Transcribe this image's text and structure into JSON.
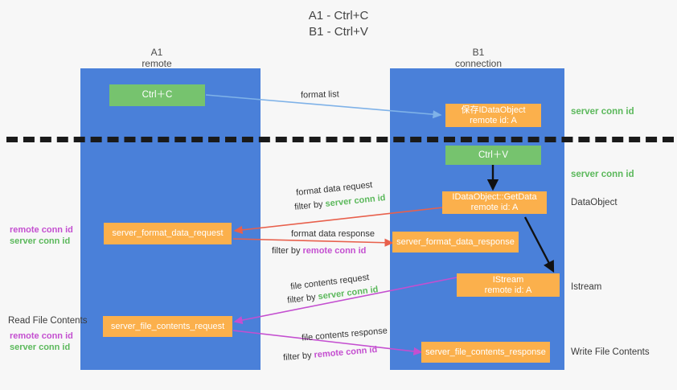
{
  "title": {
    "line1": "A1 - Ctrl+C",
    "line2": "B1 - Ctrl+V"
  },
  "columns": [
    {
      "name": "A1",
      "sub": "remote"
    },
    {
      "name": "B1",
      "sub": "connection"
    }
  ],
  "colors": {
    "lane": "#4a80d9",
    "box_orange": "#fbb04c",
    "box_green": "#76c36e",
    "server_conn": "#5bb85b",
    "remote_conn": "#c44fd0",
    "arrow_blue": "#7fb2e8",
    "arrow_red": "#e8604c",
    "arrow_magenta": "#c44fd0",
    "arrow_black": "#000000",
    "background": "#f7f7f7"
  },
  "boxes": {
    "ctrl_c": "Ctrl＋C",
    "ctrl_v": "Ctrl＋V",
    "save_idataobject_l1": "保存IDataObject",
    "save_idataobject_l2": "remote id: A",
    "getdata_l1": "IDataObject::GetData",
    "getdata_l2": "remote id: A",
    "istream_l1": "IStream",
    "istream_l2": "remote id: A",
    "server_format_data_request": "server_format_data_request",
    "server_format_data_response": "server_format_data_response",
    "server_file_contents_request": "server_file_contents_request",
    "server_file_contents_response": "server_file_contents_response"
  },
  "side_labels": {
    "server_conn_id_top": "server conn id",
    "server_conn_id_mid": "server conn id",
    "dataobject": "DataObject",
    "istream": "Istream",
    "write_file_contents": "Write File Contents",
    "read_file_contents": "Read File Contents"
  },
  "conn_stacks": {
    "format": {
      "remote": "remote conn id",
      "server": "server conn id"
    },
    "file": {
      "remote": "remote conn id",
      "server": "server conn id"
    }
  },
  "edge_captions": {
    "format_list": "format list",
    "format_data_request": "format data request",
    "format_data_request_filter_prefix": "filter by ",
    "format_data_request_filter_token": "server conn id",
    "format_data_response": "format data response",
    "format_data_response_filter_prefix": "filter by ",
    "format_data_response_filter_token": "remote conn id",
    "file_contents_request": "file contents request",
    "file_contents_request_filter_prefix": "filter by ",
    "file_contents_request_filter_token": "server conn id",
    "file_contents_response": "file contents response",
    "file_contents_response_filter_prefix": "filter by ",
    "file_contents_response_filter_token": "remote conn id"
  }
}
